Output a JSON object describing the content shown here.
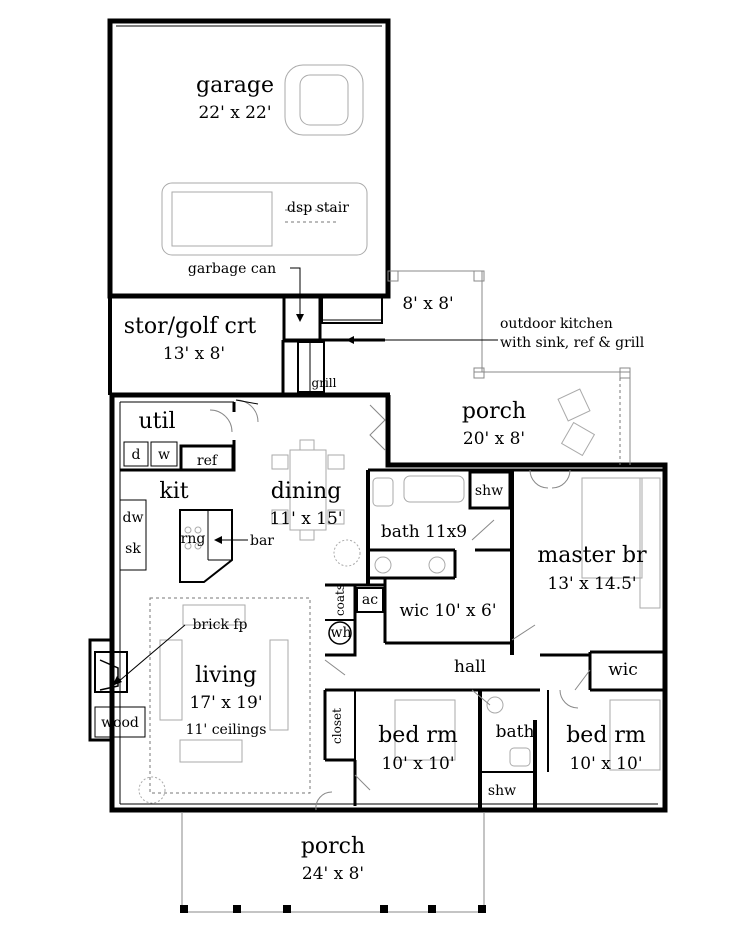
{
  "rooms": {
    "garage": {
      "name": "garage",
      "size": "22' x 22'"
    },
    "dsp_stair": "dsp stair",
    "garbage_can": "garbage can",
    "stor": {
      "name": "stor/golf crt",
      "size": "13' x 8'"
    },
    "grill": "grill",
    "patio": {
      "size": "8' x 8'"
    },
    "outdoor_kitchen": {
      "line1": "outdoor kitchen",
      "line2": "with sink, ref & grill"
    },
    "util": "util",
    "d": "d",
    "w": "w",
    "ref": "ref",
    "kit": "kit",
    "dw": "dw",
    "sk": "sk",
    "rng": "rng",
    "bar": "bar",
    "dining": {
      "name": "dining",
      "size": "11' x 15'"
    },
    "porch_rear": {
      "name": "porch",
      "size": "20' x 8'"
    },
    "bath_master": "bath 11x9",
    "shw_master": "shw",
    "master": {
      "name": "master br",
      "size": "13' x 14.5'"
    },
    "wic_master": "wic 10' x 6'",
    "coats": "coats",
    "ac": "ac",
    "wh": "wh",
    "brick_fp": "brick fp",
    "living": {
      "name": "living",
      "size": "17' x 19'",
      "note": "11' ceilings"
    },
    "wood": "wood",
    "hall": "hall",
    "wic2": "wic",
    "closet": "closet",
    "bed1": {
      "name": "bed rm",
      "size": "10' x 10'"
    },
    "bath2": "bath",
    "shw2": "shw",
    "bed2": {
      "name": "bed rm",
      "size": "10' x 10'"
    },
    "porch_front": {
      "name": "porch",
      "size": "24' x 8'"
    }
  }
}
